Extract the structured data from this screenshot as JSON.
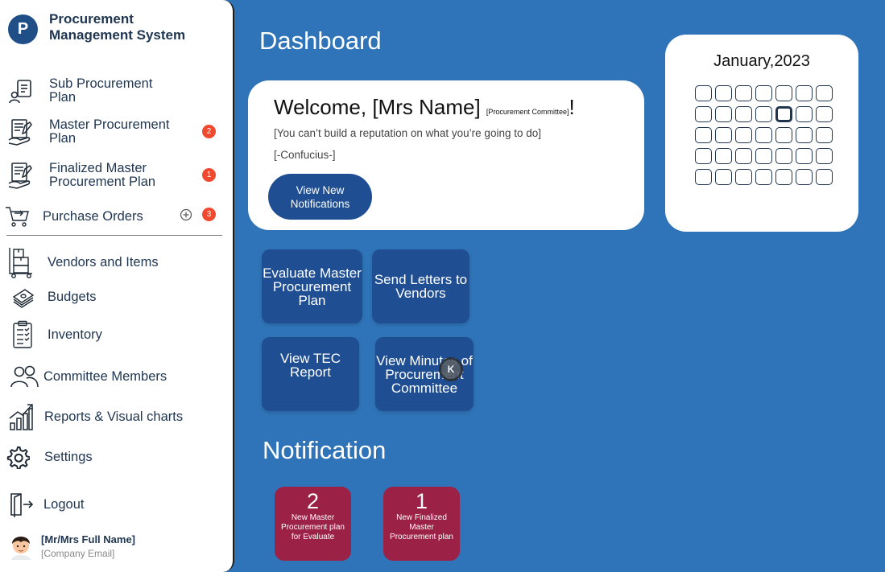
{
  "app": {
    "logo_letter": "P",
    "title": "Procurement Management System"
  },
  "sidebar": {
    "items": [
      {
        "label": "Sub Procurement Plan",
        "icon": "document-user-icon"
      },
      {
        "label": "Master Procurement Plan",
        "icon": "document-sign-icon",
        "badge": "2"
      },
      {
        "label": "Finalized Master Procurement Plan",
        "icon": "document-sign-icon",
        "badge": "1"
      },
      {
        "label": "Purchase Orders",
        "icon": "cart-icon",
        "badge": "3"
      },
      {
        "label": "Vendors and Items",
        "icon": "trolley-boxes-icon"
      },
      {
        "label": "Budgets",
        "icon": "money-stack-icon"
      },
      {
        "label": "Inventory",
        "icon": "clipboard-checklist-icon"
      },
      {
        "label": "Committee Members",
        "icon": "users-icon"
      },
      {
        "label": "Reports & Visual charts",
        "icon": "chart-growth-icon"
      },
      {
        "label": "Settings",
        "icon": "gear-icon"
      },
      {
        "label": "Logout",
        "icon": "logout-icon"
      }
    ],
    "user": {
      "name": "[Mr/Mrs Full Name]",
      "email": "[Company Email]"
    }
  },
  "main": {
    "title": "Dashboard",
    "welcome": {
      "greeting": "Welcome, [Mrs Name]",
      "role": "[Procurement Committee]",
      "suffix": "!",
      "quote": "[You can’t build a reputation on what you’re going to do]",
      "author": "[-Confucius-]",
      "button": "View New Notifications"
    },
    "calendar": {
      "title": "January,2023"
    },
    "actions": [
      "Evaluate Master Procurement Plan",
      "Send Letters to Vendors",
      "View TEC Report",
      "View Minutes of Procurement Committee"
    ],
    "cursor_label": "K",
    "notification_title": "Notification",
    "notifications": [
      {
        "count": "2",
        "text": "New Master Procurement plan for Evaluate"
      },
      {
        "count": "1",
        "text": "New Finalized Master Procurement plan"
      }
    ]
  },
  "colors": {
    "background": "#2f74b8",
    "primary_button": "#1f4f92",
    "notification_card": "#9c2147",
    "badge": "#ef4a2f"
  }
}
